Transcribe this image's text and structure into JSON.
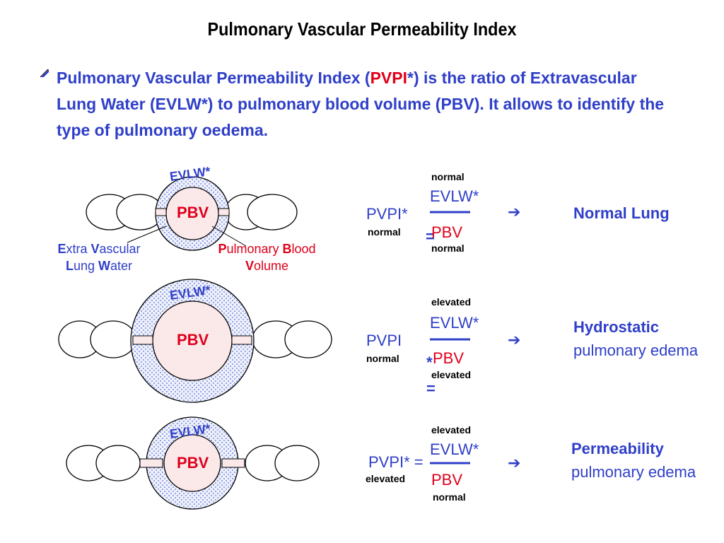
{
  "title": "Pulmonary Vascular Permeability Index",
  "intro": {
    "line1_pre": "Pulmonary Vascular Permeability Index  (",
    "line1_red": "PVPI",
    "line1_post": "*) is the ratio of Extravascular",
    "line2": "Lung Water (EVLW*) to pulmonary blood volume (PBV). It allows to identify the",
    "line3": "type of pulmonary oedema."
  },
  "labels": {
    "evlw_tag": "EVLW*",
    "pbv": "PBV",
    "evlw_def": {
      "e": "E",
      "e_rest": "xtra ",
      "v": "V",
      "v_rest": "ascular",
      "l": "L",
      "l_rest": "ung ",
      "w": "W",
      "w_rest": "ater"
    },
    "pbv_def": {
      "p": "P",
      "p_rest": "ulmonary ",
      "b": "B",
      "b_rest": "lood",
      "v": "V",
      "v_rest": "olume"
    }
  },
  "rows": [
    {
      "pvpi": "PVPI*",
      "pvpi_state": "normal",
      "eq": "=",
      "num_state": "normal",
      "num": "EVLW*",
      "den": "PBV",
      "den_state": "normal",
      "arrow": "➔",
      "result_bold": "Normal Lung",
      "result_rest": ""
    },
    {
      "pvpi": "PVPI",
      "pvpi_state": "normal",
      "eq": "*",
      "eq2": "=",
      "num_state": "elevated",
      "num": "EVLW*",
      "den": "PBV",
      "den_state": "elevated",
      "arrow": "➔",
      "result_bold": "Hydrostatic",
      "result_rest": "pulmonary edema"
    },
    {
      "pvpi": "PVPI* =",
      "pvpi_state": "elevated",
      "num_state": "elevated",
      "num": "EVLW*",
      "den": "PBV",
      "den_state": "normal",
      "arrow": "➔",
      "result_bold": "Permeability",
      "result_rest": "pulmonary edema"
    }
  ],
  "colors": {
    "blue": "#2f3fc8",
    "red": "#e0001b",
    "pbv_fill": "#fbe9ea",
    "evlw_dots": "#5a6fd0"
  }
}
